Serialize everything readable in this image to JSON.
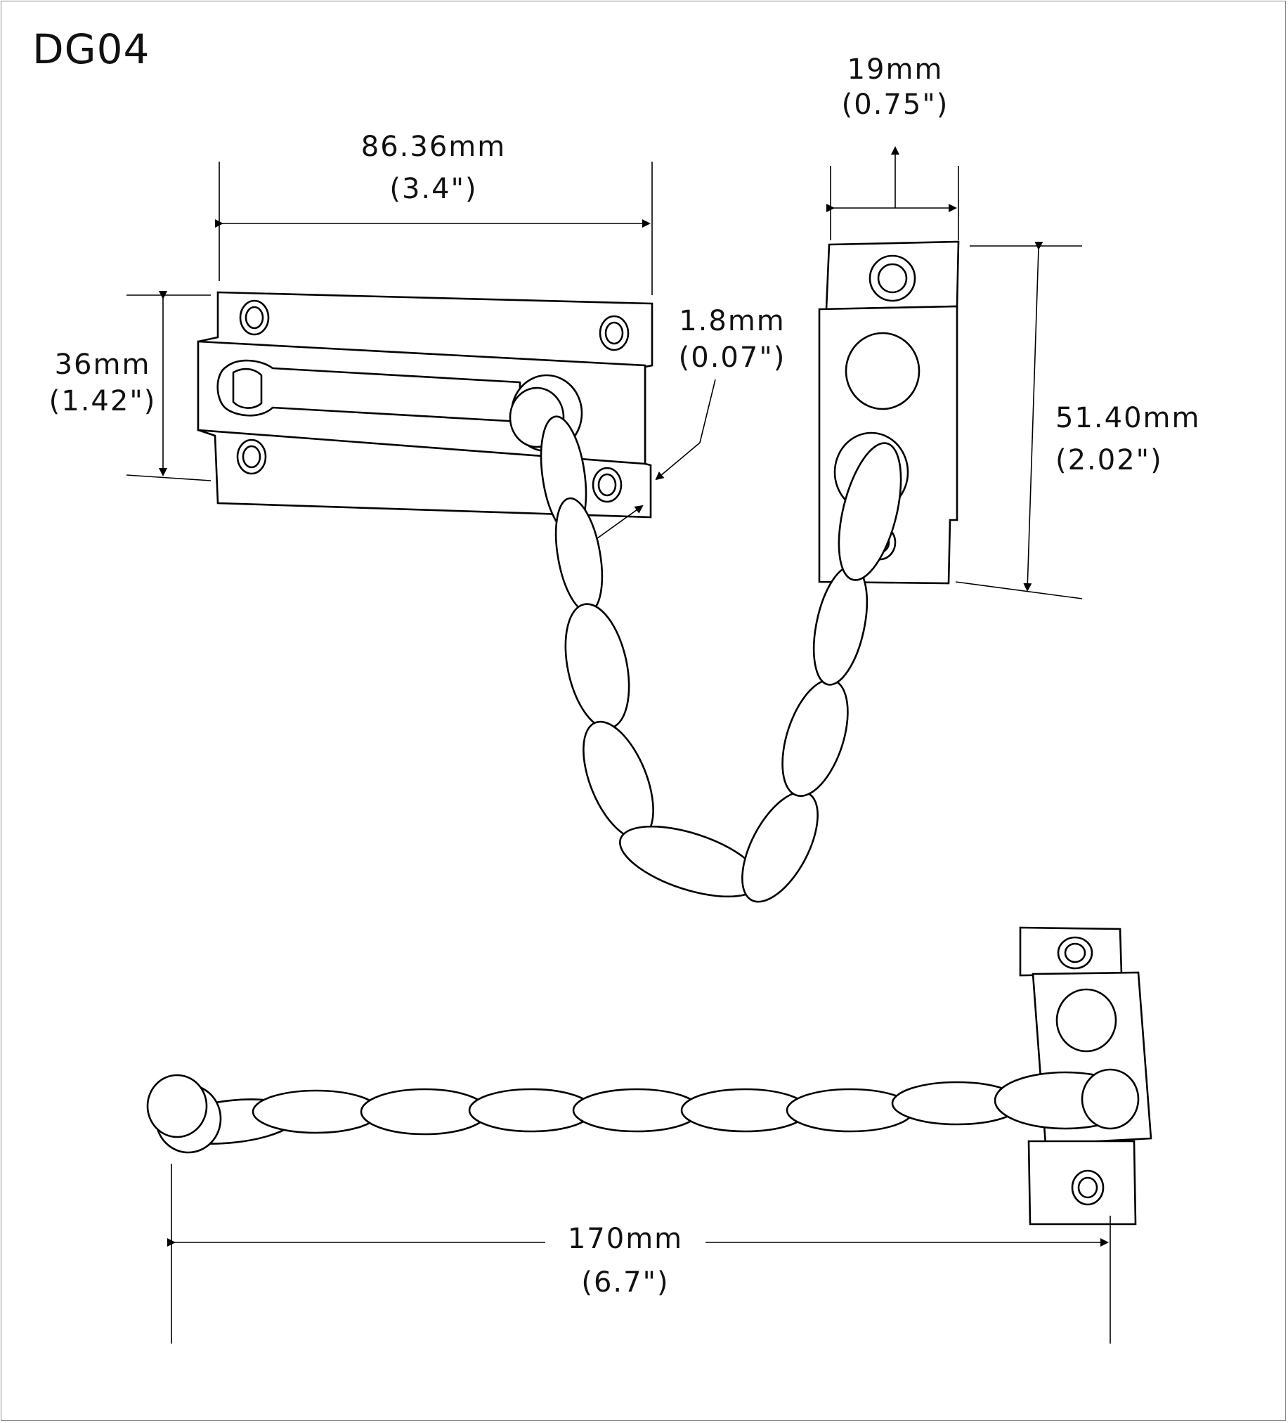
{
  "title": "DG04",
  "dimensions": {
    "plate_width": {
      "metric": "86.36mm",
      "imperial": "(3.4\")"
    },
    "plate_height": {
      "metric": "36mm",
      "imperial": "(1.42\")"
    },
    "plate_thickness": {
      "metric": "1.8mm",
      "imperial": "(0.07\")"
    },
    "keeper_width": {
      "metric": "19mm",
      "imperial": "(0.75\")"
    },
    "keeper_height": {
      "metric": "51.40mm",
      "imperial": "(2.02\")"
    },
    "chain_length": {
      "metric": "170mm",
      "imperial": "(6.7\")"
    }
  }
}
